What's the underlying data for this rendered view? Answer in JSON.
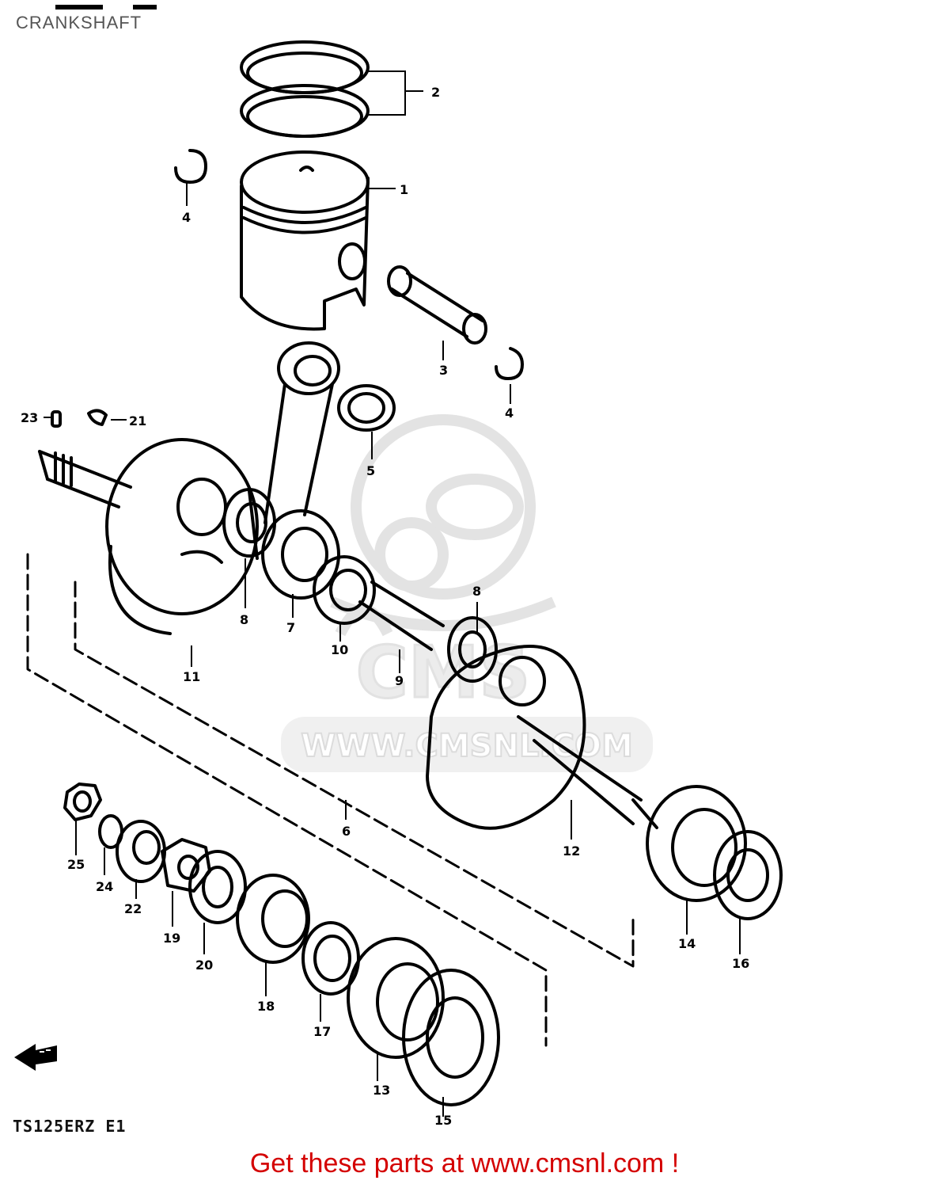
{
  "page": {
    "title": "CRANKSHAFT",
    "model_code": "TS125ERZ  E1"
  },
  "footer": {
    "text": "Get these parts at www.cmsnl.com !",
    "color": "#d40000"
  },
  "watermark": {
    "text": "WWW.CMSNL.COM",
    "logo_letters": "CMS",
    "color": "#e6e6e6"
  },
  "callouts": [
    {
      "id": "1",
      "label": "1"
    },
    {
      "id": "2",
      "label": "2"
    },
    {
      "id": "3",
      "label": "3"
    },
    {
      "id": "4a",
      "label": "4"
    },
    {
      "id": "4b",
      "label": "4"
    },
    {
      "id": "5",
      "label": "5"
    },
    {
      "id": "6",
      "label": "6"
    },
    {
      "id": "7",
      "label": "7"
    },
    {
      "id": "8a",
      "label": "8"
    },
    {
      "id": "8b",
      "label": "8"
    },
    {
      "id": "9",
      "label": "9"
    },
    {
      "id": "10",
      "label": "10"
    },
    {
      "id": "11",
      "label": "11"
    },
    {
      "id": "12",
      "label": "12"
    },
    {
      "id": "13",
      "label": "13"
    },
    {
      "id": "14",
      "label": "14"
    },
    {
      "id": "15",
      "label": "15"
    },
    {
      "id": "16",
      "label": "16"
    },
    {
      "id": "17",
      "label": "17"
    },
    {
      "id": "18",
      "label": "18"
    },
    {
      "id": "19",
      "label": "19"
    },
    {
      "id": "20",
      "label": "20"
    },
    {
      "id": "21",
      "label": "21"
    },
    {
      "id": "22",
      "label": "22"
    },
    {
      "id": "23",
      "label": "23"
    },
    {
      "id": "24",
      "label": "24"
    },
    {
      "id": "25",
      "label": "25"
    }
  ],
  "icons": {
    "direction_arrow": "front-arrow-icon"
  }
}
